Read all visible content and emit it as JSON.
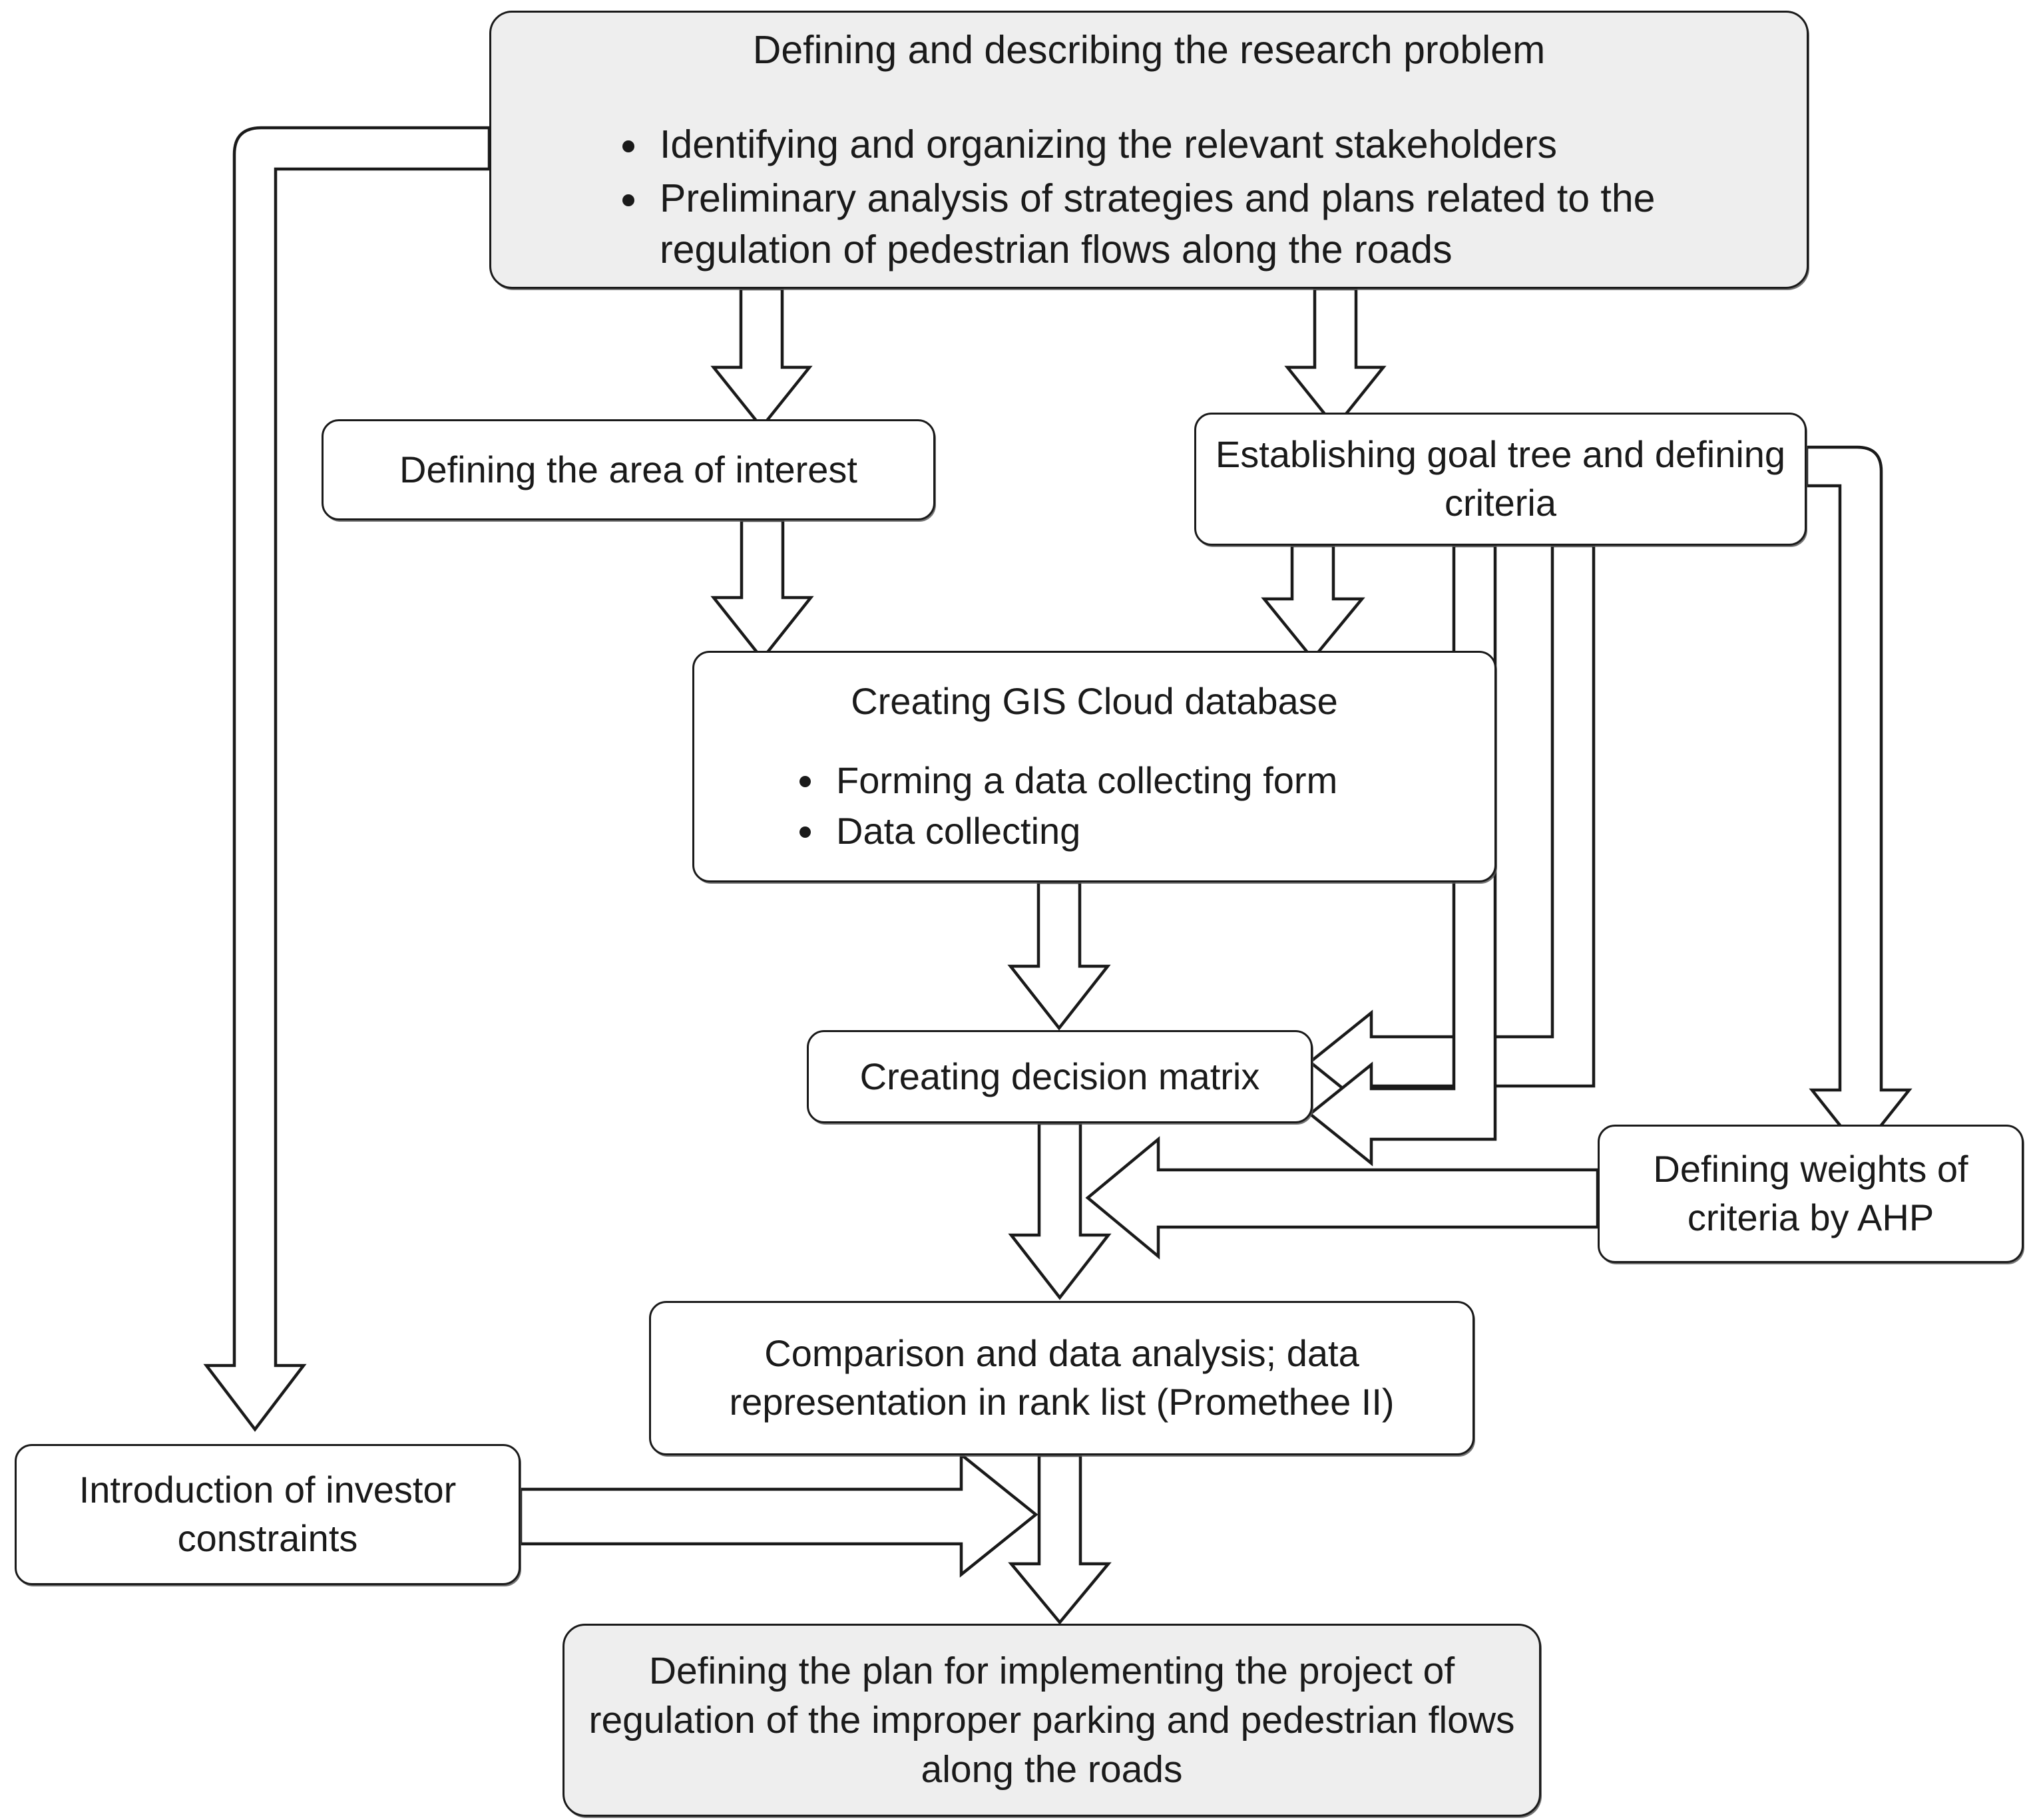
{
  "diagram": {
    "title": "Research methodology flowchart",
    "type": "flowchart",
    "colors": {
      "stroke": "#1a1a1a",
      "node_fill": "#ffffff",
      "node_fill_shaded": "#eeeeee",
      "arrow_fill": "#ffffff",
      "background": "#ffffff"
    }
  },
  "nodes": {
    "problem": {
      "title": "Defining and describing the research problem",
      "bullets": [
        "Identifying and organizing the relevant stakeholders",
        "Preliminary analysis of strategies and plans related to the regulation of pedestrian flows along the roads"
      ]
    },
    "area": {
      "title": "Defining the area of interest"
    },
    "goaltree": {
      "title": "Establishing goal tree and defining criteria"
    },
    "gis": {
      "title": "Creating GIS Cloud database",
      "bullets": [
        "Forming a data collecting form",
        "Data collecting"
      ]
    },
    "matrix": {
      "title": "Creating decision matrix"
    },
    "ahp": {
      "title": "Defining weights of criteria by AHP"
    },
    "compare": {
      "title": "Comparison and data analysis; data representation in rank list (Promethee II)"
    },
    "investor": {
      "title": "Introduction of investor constraints"
    },
    "plan": {
      "title": "Defining the plan for implementing the project of regulation of the improper parking and pedestrian flows along the roads"
    }
  },
  "edges": [
    {
      "id": "problem-to-area",
      "from": "problem",
      "to": "area",
      "style": "block-arrow",
      "direction": "down"
    },
    {
      "id": "problem-to-goaltree",
      "from": "problem",
      "to": "goaltree",
      "style": "block-arrow",
      "direction": "down"
    },
    {
      "id": "area-to-gis",
      "from": "area",
      "to": "gis",
      "style": "block-arrow",
      "direction": "down"
    },
    {
      "id": "goaltree-to-gis",
      "from": "goaltree",
      "to": "gis",
      "style": "block-arrow",
      "direction": "down"
    },
    {
      "id": "gis-to-matrix",
      "from": "gis",
      "to": "matrix",
      "style": "block-arrow",
      "direction": "down"
    },
    {
      "id": "goaltree-to-matrix",
      "from": "goaltree",
      "to": "matrix",
      "style": "block-arrow",
      "direction": "left"
    },
    {
      "id": "goaltree-to-matrix-2",
      "from": "goaltree",
      "to": "matrix",
      "style": "block-arrow",
      "direction": "left"
    },
    {
      "id": "goaltree-to-ahp",
      "from": "goaltree",
      "to": "ahp",
      "style": "block-arrow",
      "direction": "down"
    },
    {
      "id": "ahp-to-compare",
      "from": "ahp",
      "to": "compare",
      "style": "block-arrow",
      "direction": "left"
    },
    {
      "id": "matrix-to-compare",
      "from": "matrix",
      "to": "compare",
      "style": "block-arrow",
      "direction": "down"
    },
    {
      "id": "compare-to-plan",
      "from": "compare",
      "to": "plan",
      "style": "block-arrow",
      "direction": "down"
    },
    {
      "id": "investor-to-plan",
      "from": "investor",
      "to": "plan",
      "style": "block-arrow",
      "direction": "right"
    },
    {
      "id": "problem-to-investor",
      "from": "problem",
      "to": "investor",
      "style": "block-arrow",
      "direction": "down"
    }
  ]
}
